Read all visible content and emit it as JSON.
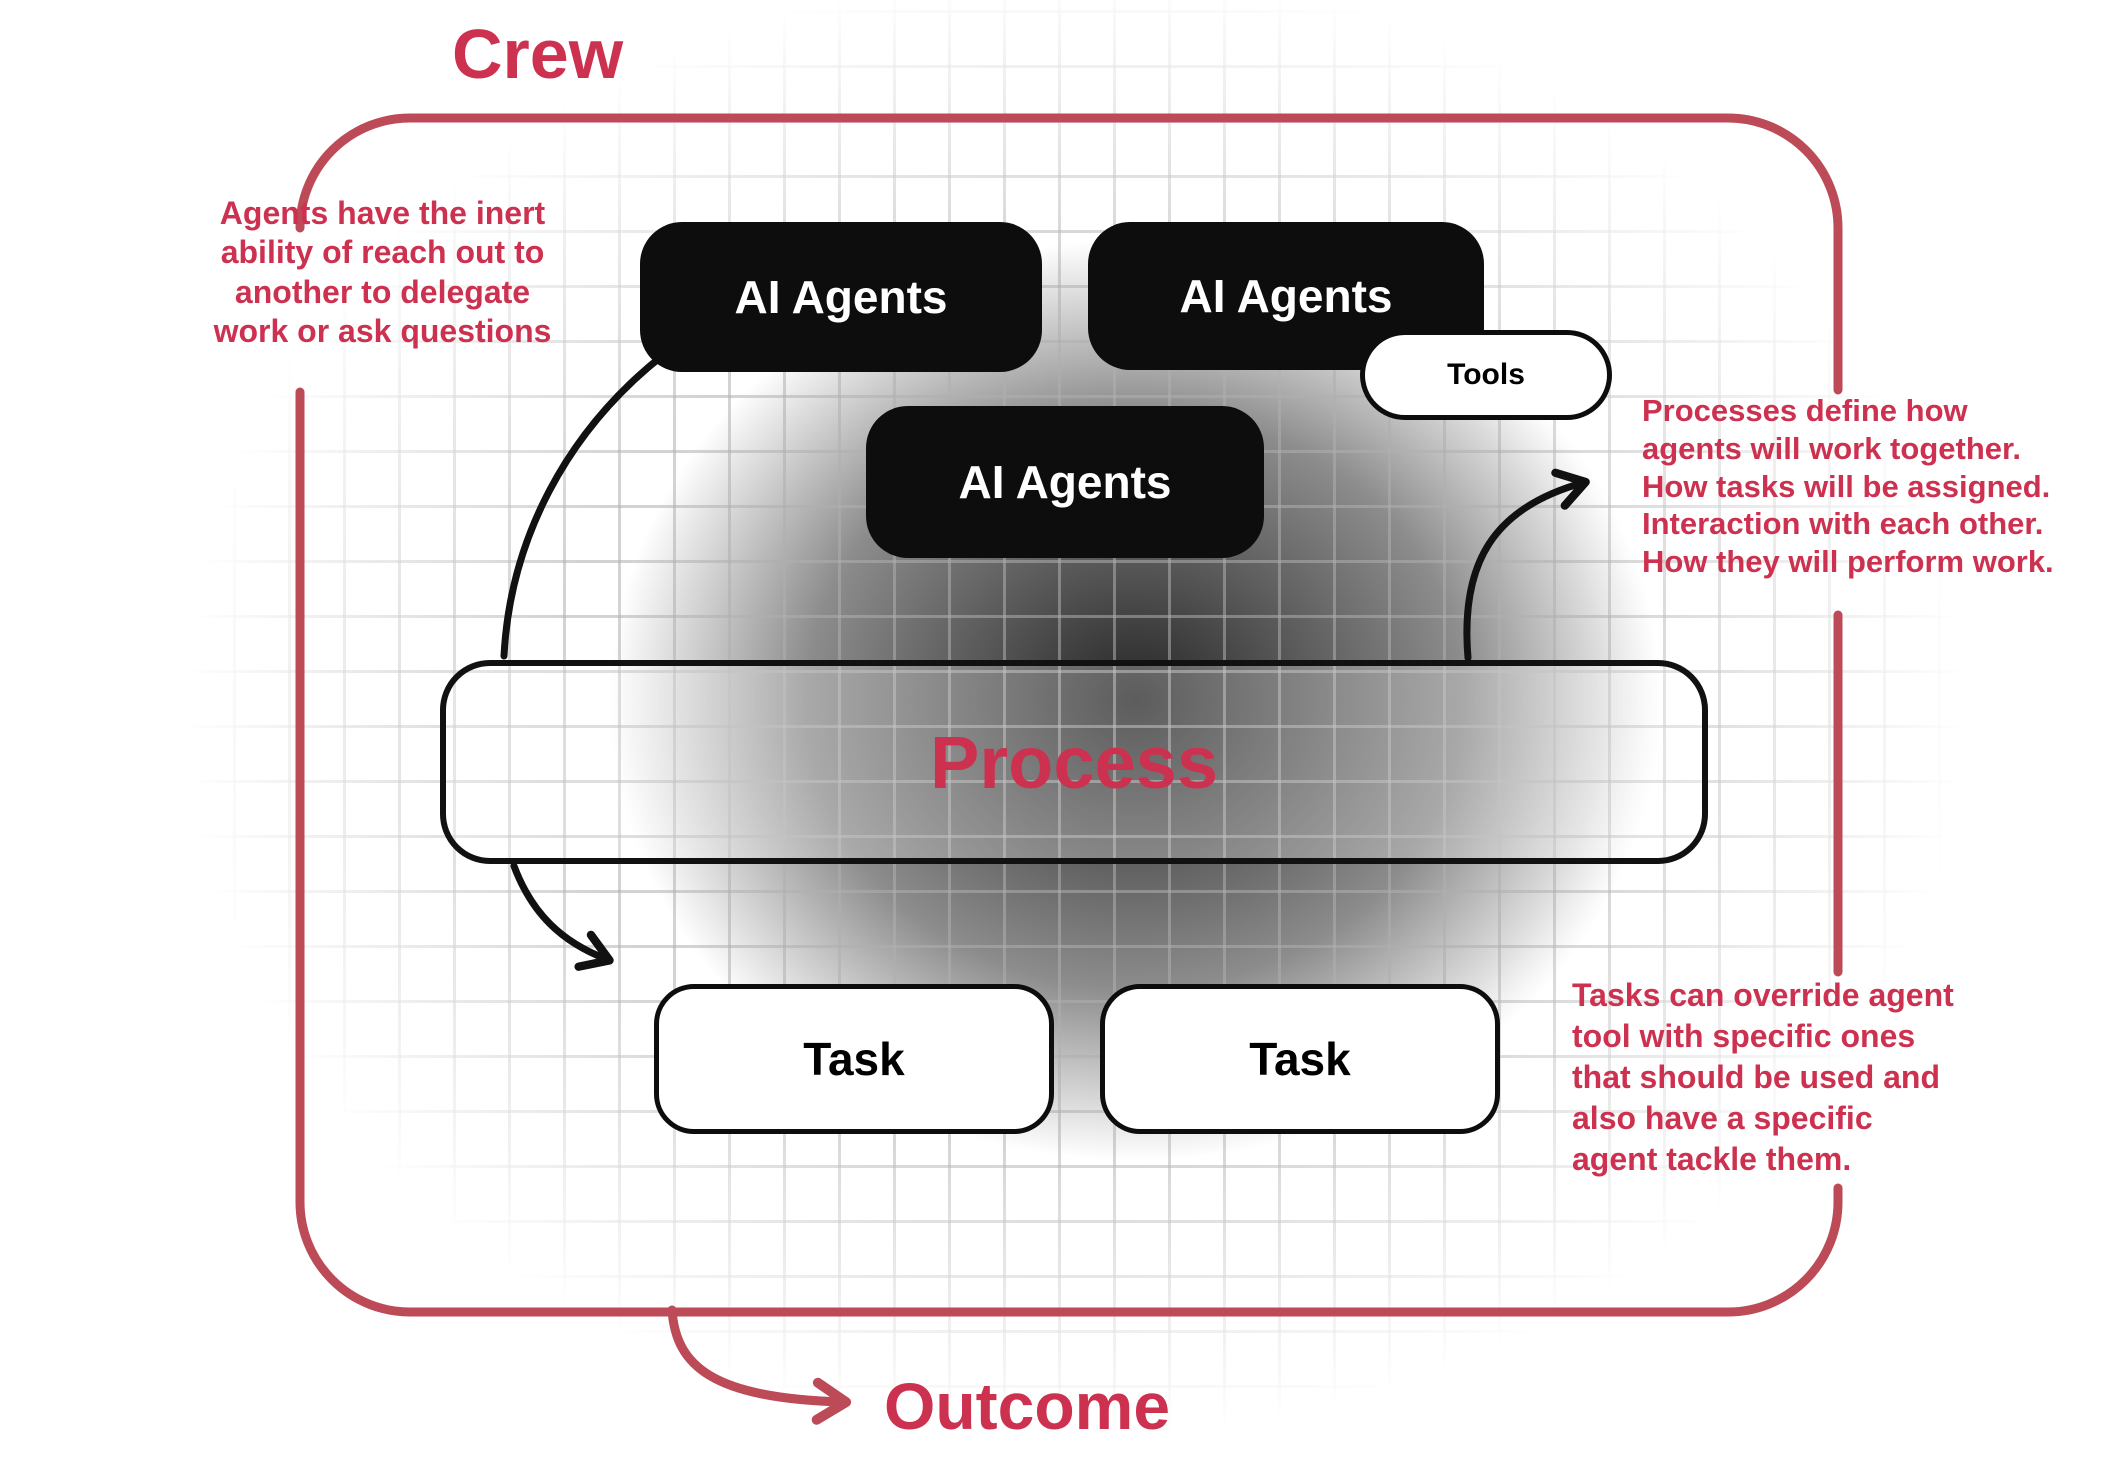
{
  "diagram": {
    "title": "Crew",
    "outcome_label": "Outcome",
    "nodes": {
      "agents": [
        {
          "label": "AI Agents"
        },
        {
          "label": "AI Agents"
        },
        {
          "label": "AI Agents"
        }
      ],
      "tools": {
        "label": "Tools"
      },
      "process": {
        "label": "Process"
      },
      "tasks": [
        {
          "label": "Task"
        },
        {
          "label": "Task"
        }
      ]
    },
    "annotations": {
      "agents_note": "Agents have the inert\nability of reach out to\nanother to delegate\nwork or ask questions",
      "process_note": "Processes define how\nagents will work together.\nHow tasks will be assigned.\nInteraction with each other.\nHow they will perform work.",
      "tasks_note": "Tasks can override agent\ntool with specific ones\nthat should be used and\nalso have a specific\nagent tackle them."
    },
    "colors": {
      "accent_text": "#cd3150",
      "frame_border": "#bc4a57",
      "node_black": "#0d0d0d",
      "node_white": "#ffffff",
      "line_black": "#111111"
    }
  }
}
